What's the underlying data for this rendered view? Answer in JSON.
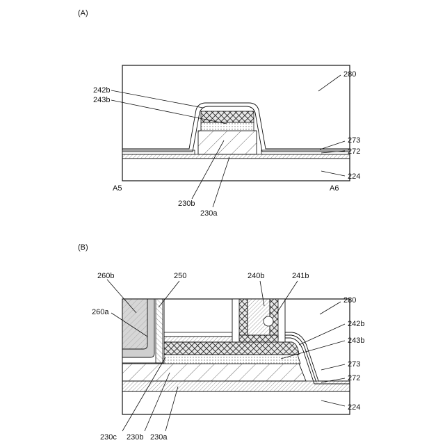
{
  "panel_a": {
    "label": "(A)",
    "labels": {
      "l280": "280",
      "l242b": "242b",
      "l243b": "243b",
      "l273": "273",
      "l272": "272",
      "l224": "224",
      "l230b": "230b",
      "l230a": "230a",
      "a5": "A5",
      "a6": "A6"
    }
  },
  "panel_b": {
    "label": "(B)",
    "labels": {
      "l260b": "260b",
      "l250": "250",
      "l240b": "240b",
      "l241b": "241b",
      "l280": "280",
      "l260a": "260a",
      "l242b": "242b",
      "l243b": "243b",
      "l273": "273",
      "l272": "272",
      "l224": "224",
      "l230c": "230c",
      "l230b": "230b",
      "l230a": "230a"
    }
  }
}
